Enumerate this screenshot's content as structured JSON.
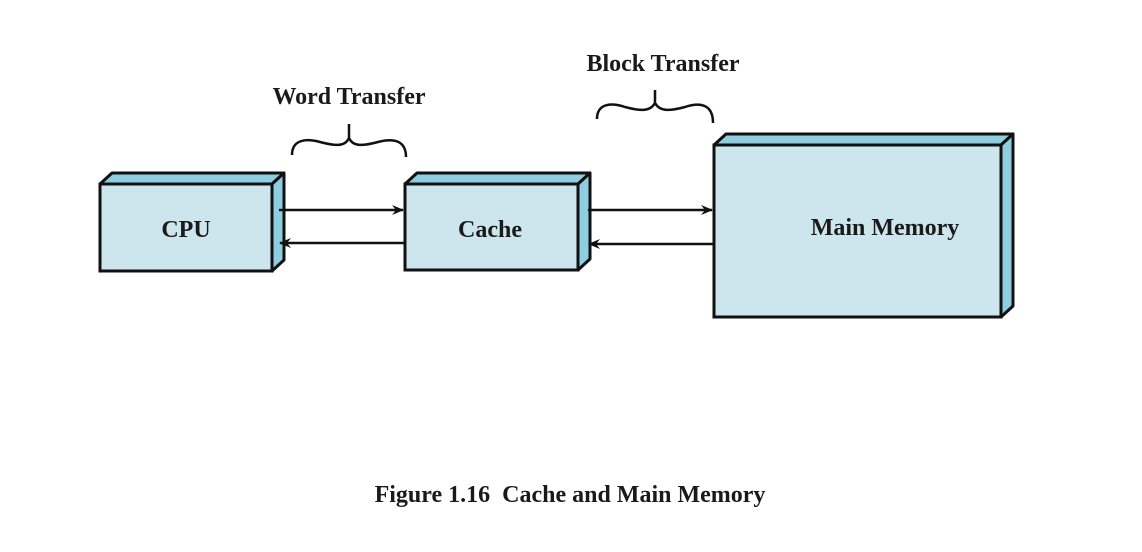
{
  "diagram": {
    "nodes": {
      "cpu": {
        "label": "CPU"
      },
      "cache": {
        "label": "Cache"
      },
      "main_memory": {
        "label": "Main Memory"
      }
    },
    "transfers": {
      "word": {
        "label": "Word Transfer"
      },
      "block": {
        "label": "Block Transfer"
      }
    },
    "caption": "Figure 1.16  Cache and Main Memory",
    "colors": {
      "face": "#cde5ed",
      "side": "#8fcde0",
      "stroke": "#111111"
    }
  }
}
